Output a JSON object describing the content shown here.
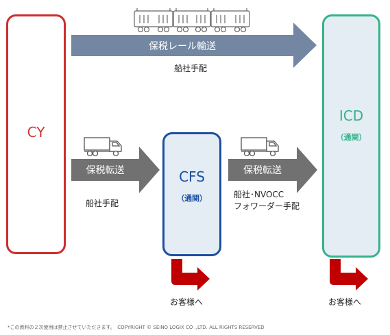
{
  "boxes": {
    "cy": {
      "label": "CY"
    },
    "icd": {
      "label": "ICD",
      "sub": "（通関）"
    },
    "cfs": {
      "label": "CFS",
      "sub": "（通関）"
    }
  },
  "arrows": {
    "rail": {
      "label": "保税レール輸送",
      "caption": "船社手配"
    },
    "truck_cy_cfs": {
      "label": "保税転送",
      "caption": "船社手配"
    },
    "truck_cfs_icd": {
      "label": "保税転送",
      "caption_line1": "船社･NVOCC",
      "caption_line2": "フォワーダー手配"
    }
  },
  "delivery": {
    "cfs": "お客様へ",
    "icd": "お客様へ"
  },
  "icons": [
    "train-icon",
    "truck-icon",
    "truck-icon"
  ],
  "colors": {
    "arrow": "#7387a2",
    "arrow_gray": "#717171",
    "cy_border": "#cc2d2d",
    "icd_border": "#36b28a",
    "cfs_border": "#1d4ea3",
    "delivery_arrow": "#c00000"
  },
  "footer": "*この資料の２次使用は禁止させていただきます。　COPYRIGHT © SEINO LOGIX CO .,LTD. ALL RIGHTS RESERVED"
}
